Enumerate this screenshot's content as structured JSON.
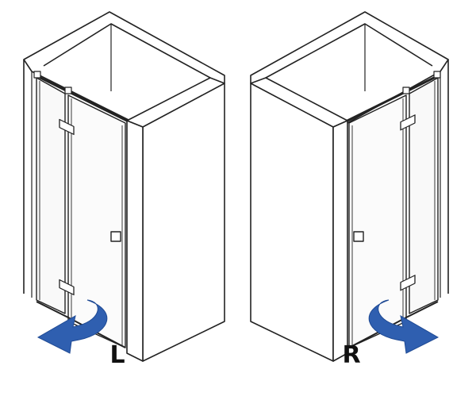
{
  "diagram": {
    "left": {
      "label": "L",
      "opening_side": "left"
    },
    "right": {
      "label": "R",
      "opening_side": "right"
    }
  },
  "colors": {
    "line": "#222222",
    "wall_fill": "#ffffff",
    "glass_fill": "#f7f7f7",
    "arrow": "#2f5fb0"
  }
}
